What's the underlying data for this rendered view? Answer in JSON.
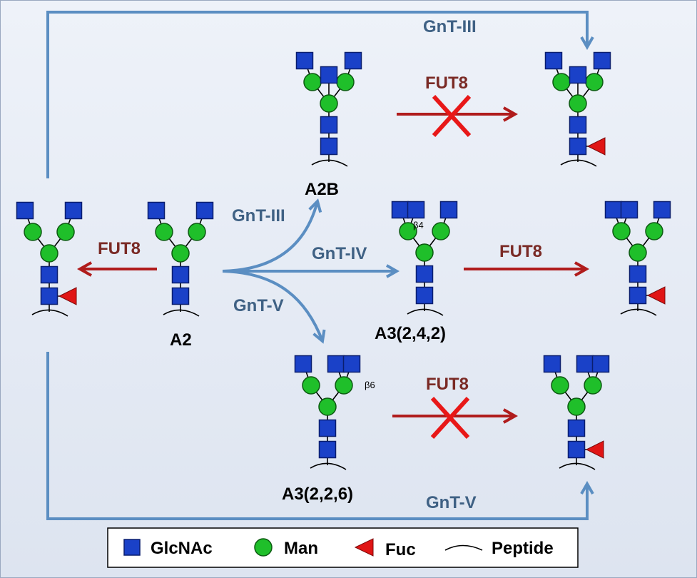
{
  "enzymes": {
    "gnt3": "GnT-III",
    "gnt4": "GnT-IV",
    "gnt5": "GnT-V",
    "fut8": "FUT8"
  },
  "glycans": {
    "a2": "A2",
    "a2b": "A2B",
    "a3_242": "A3(2,4,2)",
    "a3_226": "A3(2,2,6)"
  },
  "linkages": {
    "b4": "β4",
    "b6": "β6"
  },
  "legend": {
    "glcnac": "GlcNAc",
    "man": "Man",
    "fuc": "Fuc",
    "peptide": "Peptide"
  },
  "colors": {
    "glcnac": "#1a41c8",
    "man": "#1fbf2a",
    "fuc": "#e01515",
    "gnt_arrow": "#5b8ec2",
    "fut8_arrow": "#b01c1c"
  }
}
